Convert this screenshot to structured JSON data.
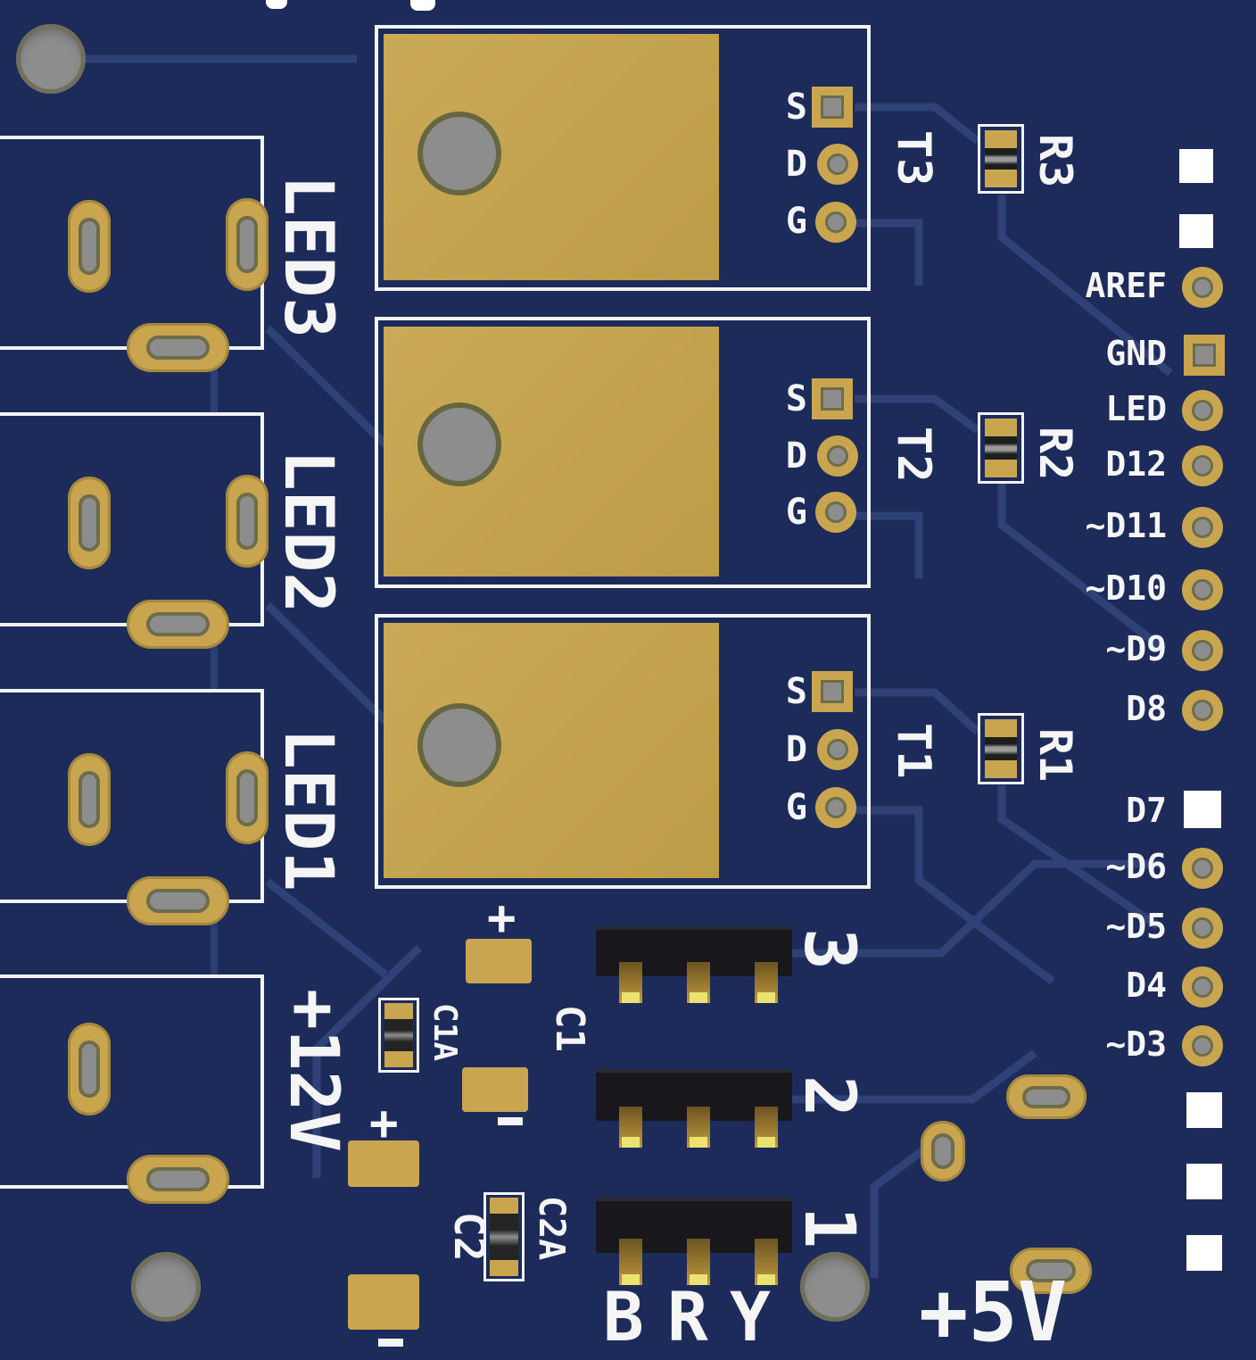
{
  "colors": {
    "board": "#1c2b5a",
    "trace": "#2e4278",
    "silkscreen": "#f5f5f5",
    "pad_gold": "#c9a54f",
    "hole_gray": "#8d8d8d",
    "header_plastic": "#17171c",
    "pin_tip_yellow": "#eae271"
  },
  "connectors": [
    {
      "label": "LED3"
    },
    {
      "label": "LED2"
    },
    {
      "label": "LED1"
    },
    {
      "label": "+12V"
    }
  ],
  "mosfets": [
    {
      "label": "T3",
      "source": "S",
      "drain": "D",
      "gate": "G"
    },
    {
      "label": "T2",
      "source": "S",
      "drain": "D",
      "gate": "G"
    },
    {
      "label": "T1",
      "source": "S",
      "drain": "D",
      "gate": "G"
    }
  ],
  "resistors": [
    {
      "label": "R3"
    },
    {
      "label": "R2"
    },
    {
      "label": "R1"
    }
  ],
  "capacitors": {
    "c1": "C1",
    "c1a": "C1A",
    "c2": "C2",
    "c2a": "C2A",
    "plus": "+"
  },
  "headers": [
    {
      "label": "3"
    },
    {
      "label": "2"
    },
    {
      "label": "1"
    }
  ],
  "wire_letters": [
    {
      "label": "B"
    },
    {
      "label": "R"
    },
    {
      "label": "Y"
    }
  ],
  "power": {
    "v5": "+5V"
  },
  "pins": [
    {
      "label": "AREF"
    },
    {
      "label": "GND"
    },
    {
      "label": "LED"
    },
    {
      "label": "D12"
    },
    {
      "label": "~D11"
    },
    {
      "label": "~D10"
    },
    {
      "label": "~D9"
    },
    {
      "label": "D8"
    },
    {
      "label": "D7"
    },
    {
      "label": "~D6"
    },
    {
      "label": "~D5"
    },
    {
      "label": "D4"
    },
    {
      "label": "~D3"
    }
  ]
}
